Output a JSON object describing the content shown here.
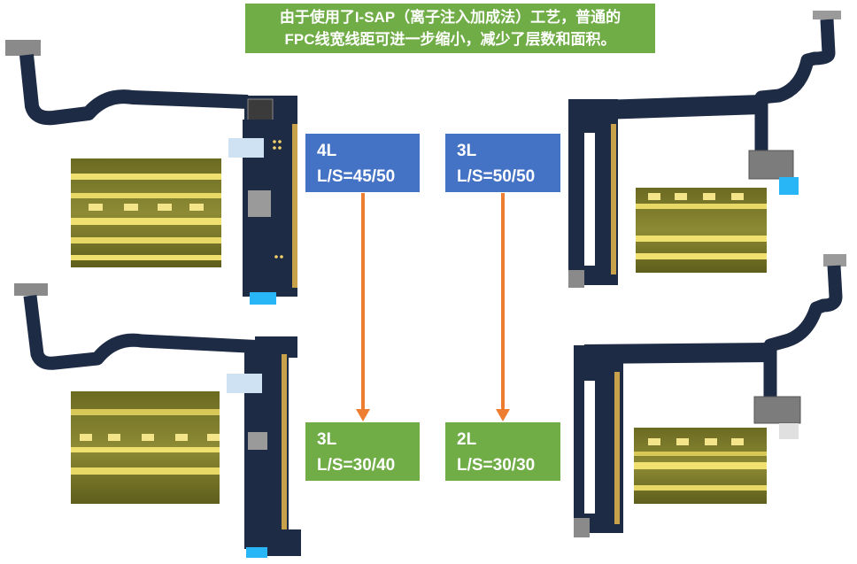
{
  "note": {
    "line1": "由于使用了I-SAP（离子注入加成法）工艺，普通的",
    "line2": "FPC线宽线距可进一步缩小，减少了层数和面积。"
  },
  "left": {
    "before": {
      "layers": "4L",
      "ls": "L/S=45/50"
    },
    "after": {
      "layers": "3L",
      "ls": "L/S=30/40"
    }
  },
  "right": {
    "before": {
      "layers": "3L",
      "ls": "L/S=50/50"
    },
    "after": {
      "layers": "2L",
      "ls": "L/S=30/30"
    }
  },
  "colors": {
    "note_bg": "#70ad47",
    "before_bg": "#4472c4",
    "after_bg": "#70ad47",
    "arrow": "#ed7d31",
    "flex_cable": "#1e2b45"
  }
}
